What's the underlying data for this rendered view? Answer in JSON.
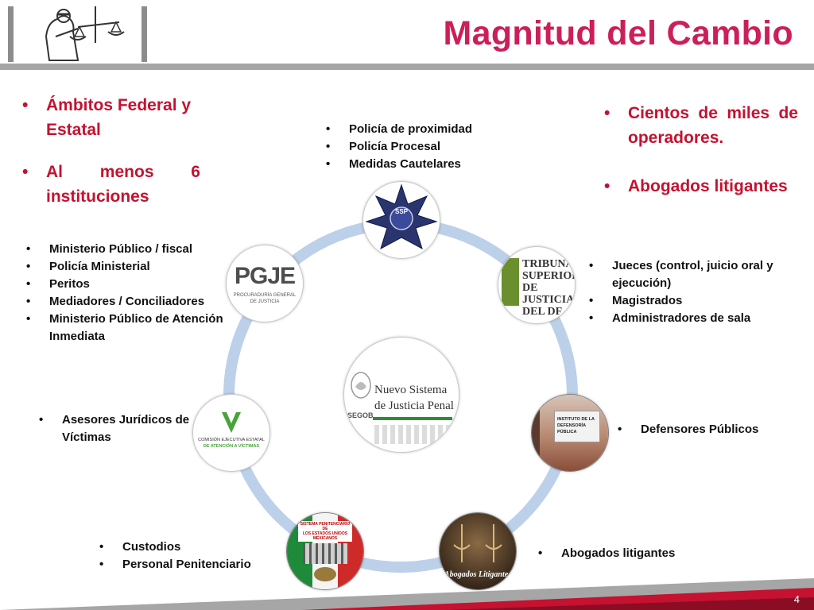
{
  "title": "Magnitud del Cambio",
  "page_number": "4",
  "colors": {
    "title": "#cc1f5a",
    "accent_red": "#c41230",
    "ring": "#bcd0ea",
    "bar": "#a6a6a6"
  },
  "left_top": {
    "items": [
      "Ámbitos Federal y Estatal",
      "Al menos 6 instituciones"
    ]
  },
  "right_top": {
    "items": [
      "Cientos de miles de operadores.",
      "Abogados litigantes"
    ]
  },
  "top_bullets": [
    "Policía de proximidad",
    "Policía Procesal",
    "Medidas Cautelares"
  ],
  "pgje_bullets": [
    "Ministerio Público / fiscal",
    "Policía Ministerial",
    "Peritos",
    "Mediadores / Conciliadores",
    "Ministerio Público de Atención Inmediata"
  ],
  "tribunal_bullets": [
    "Jueces (control, juicio oral y ejecución)",
    "Magistrados",
    "Administradores de sala"
  ],
  "victimas_bullets": [
    "Asesores Jurídicos de Víctimas"
  ],
  "defensores_bullets": [
    "Defensores Públicos"
  ],
  "penitenciario_bullets": [
    "Custodios",
    "Personal Penitenciario"
  ],
  "abogados_bullets": [
    "Abogados litigantes"
  ],
  "center": {
    "line1": "Nuevo Sistema",
    "line2": "de Justicia Penal",
    "agency": "SEGOB"
  },
  "logos": {
    "ssp": "SSP",
    "pgje_main": "PGJE",
    "pgje_sub1": "PROCURADURÍA GENERAL",
    "pgje_sub2": "DE JUSTICIA",
    "tribunal1": "TRIBUNAL",
    "tribunal2": "SUPERIOR",
    "tribunal3": "DE JUSTICIA",
    "tribunal4": "DEL DF",
    "defensoria1": "INSTITUTO DE LA",
    "defensoria2": "DEFENSORÍA PÚBLICA",
    "victimas1": "COMISIÓN EJECUTIVA ESTATAL",
    "victimas2": "DE ATENCIÓN A VÍCTIMAS",
    "penitenciario1": "SISTEMA PENITENCIARIO DE",
    "penitenciario2": "LOS ESTADOS UNIDOS",
    "penitenciario3": "MEXICANOS",
    "abogados": "Abogados Litigantes"
  }
}
